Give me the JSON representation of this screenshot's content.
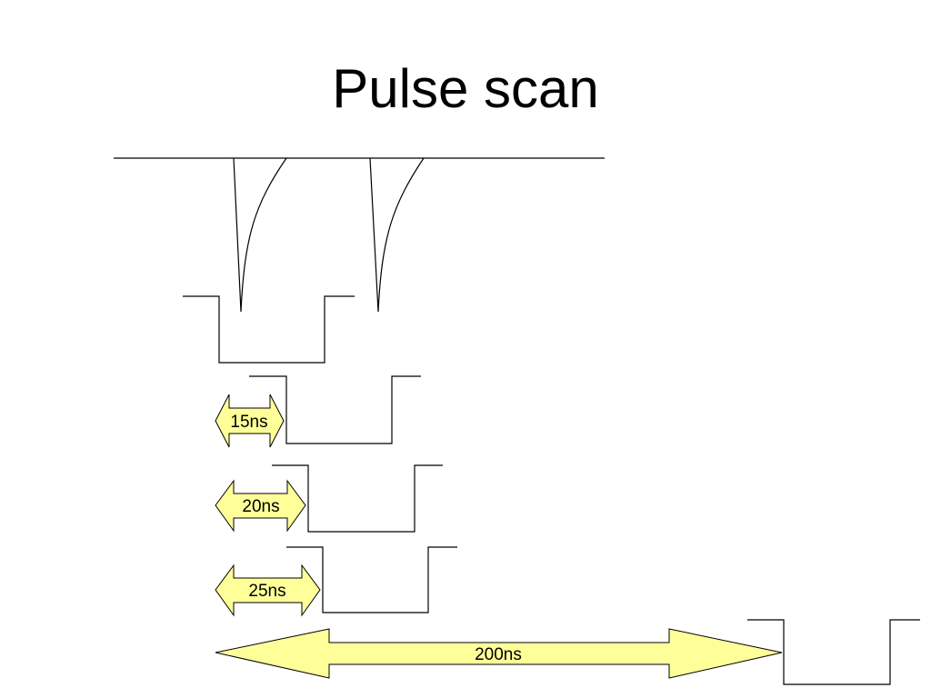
{
  "title": "Pulse scan",
  "colors": {
    "line": "#000000",
    "arrow_fill": "#ffff99",
    "background": "#ffffff"
  },
  "arrows": [
    {
      "label": "15ns"
    },
    {
      "label": "20ns"
    },
    {
      "label": "25ns"
    },
    {
      "label": "200ns"
    }
  ]
}
